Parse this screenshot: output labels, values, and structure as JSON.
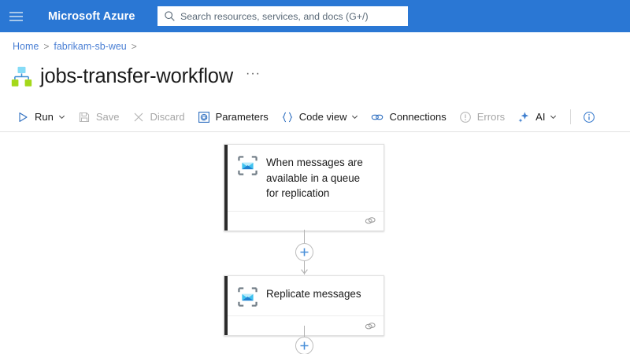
{
  "header": {
    "menu_icon": "hamburger-icon",
    "brand": "Microsoft Azure",
    "search": {
      "icon": "search-icon",
      "placeholder": "Search resources, services, and docs (G+/)",
      "value": ""
    },
    "background_color": "#2a77d4"
  },
  "breadcrumb": {
    "items": [
      {
        "label": "Home"
      },
      {
        "label": "fabrikam-sb-weu"
      }
    ],
    "separator": ">",
    "link_color": "#4a7fd4"
  },
  "page": {
    "icon": "logic-app-icon",
    "title": "jobs-transfer-workflow",
    "more_menu": "···"
  },
  "toolbar": {
    "items": [
      {
        "label": "Run",
        "icon": "play-icon",
        "disabled": false,
        "has_chevron": true
      },
      {
        "label": "Save",
        "icon": "save-disk-icon",
        "disabled": true,
        "has_chevron": false
      },
      {
        "label": "Discard",
        "icon": "close-x-icon",
        "disabled": true,
        "has_chevron": false
      },
      {
        "label": "Parameters",
        "icon": "at-sign-icon",
        "disabled": false,
        "has_chevron": false
      },
      {
        "label": "Code view",
        "icon": "curly-braces-icon",
        "disabled": false,
        "has_chevron": true
      },
      {
        "label": "Connections",
        "icon": "link-chain-icon",
        "disabled": false,
        "has_chevron": false
      },
      {
        "label": "Errors",
        "icon": "alert-circle-icon",
        "disabled": true,
        "has_chevron": false
      },
      {
        "label": "AI",
        "icon": "sparkle-icon",
        "disabled": false,
        "has_chevron": true
      }
    ],
    "info_icon": "info-circle-icon"
  },
  "workflow": {
    "nodes": [
      {
        "title": "When messages are available in a queue for replication",
        "icon": "service-bus-message-icon",
        "footer_icon": "connection-link-icon",
        "accent_color": "#2b2b2b"
      },
      {
        "title": "Replicate messages",
        "icon": "service-bus-message-icon",
        "footer_icon": "connection-link-icon",
        "accent_color": "#2b2b2b"
      }
    ],
    "add_buttons": [
      {
        "name": "add-step-between",
        "icon": "plus-icon"
      },
      {
        "name": "add-step-end",
        "icon": "plus-icon"
      }
    ],
    "plus_color": "#4a90d9",
    "edge_color": "#b4b4b4"
  }
}
